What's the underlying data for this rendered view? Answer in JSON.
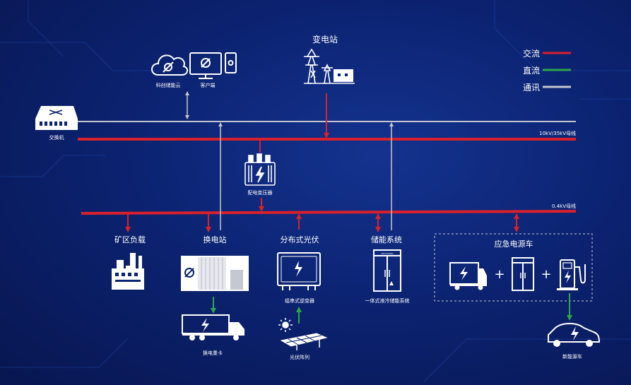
{
  "colors": {
    "ac": "#d9212c",
    "dc": "#2ea54a",
    "comm": "#c4c7cf",
    "icon": "#ffffff",
    "background": "#0c2372"
  },
  "legend": [
    {
      "label": "交流",
      "color": "#d9212c"
    },
    {
      "label": "直流",
      "color": "#2ea54a"
    },
    {
      "label": "通讯",
      "color": "#c4c7cf"
    }
  ],
  "labels": {
    "substation": "变电站",
    "cloud": "科创储能云",
    "client": "客户端",
    "switch": "交换机",
    "bus_high": "10kV/35kV母线",
    "transformer": "配电变压器",
    "bus_low": "0.4kV母线",
    "mine_load": "矿区负载",
    "swap_station": "换电站",
    "swap_truck": "换电重卡",
    "pv_distributed": "分布式光伏",
    "inverter": "组串式逆变器",
    "pv_array": "光伏阵列",
    "storage": "储能系统",
    "storage_cabinet": "一体式液冷储能系统",
    "emergency": "应急电源车",
    "nev": "新能源车",
    "cabinet_brand": "KECHUANG"
  }
}
